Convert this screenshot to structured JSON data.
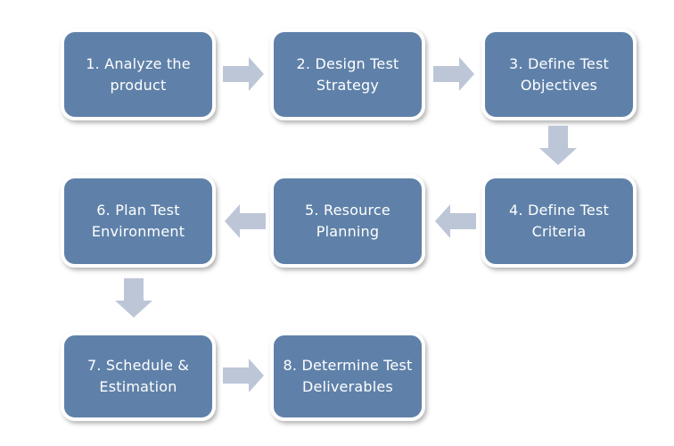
{
  "colors": {
    "box_fill": "#5f81a9",
    "box_border": "#ffffff",
    "text": "#ffffff",
    "arrow": "#bdc6d7",
    "background": "#ffffff"
  },
  "diagram": {
    "type": "flowchart",
    "steps": [
      {
        "id": 1,
        "label": "1. Analyze the product"
      },
      {
        "id": 2,
        "label": "2. Design Test Strategy"
      },
      {
        "id": 3,
        "label": "3. Define Test Objectives"
      },
      {
        "id": 4,
        "label": "4. Define Test Criteria"
      },
      {
        "id": 5,
        "label": "5. Resource Planning"
      },
      {
        "id": 6,
        "label": "6. Plan Test Environment"
      },
      {
        "id": 7,
        "label": "7. Schedule & Estimation"
      },
      {
        "id": 8,
        "label": "8. Determine Test Deliverables"
      }
    ],
    "connections": [
      {
        "from": 1,
        "to": 2,
        "direction": "right"
      },
      {
        "from": 2,
        "to": 3,
        "direction": "right"
      },
      {
        "from": 3,
        "to": 4,
        "direction": "down"
      },
      {
        "from": 4,
        "to": 5,
        "direction": "left"
      },
      {
        "from": 5,
        "to": 6,
        "direction": "left"
      },
      {
        "from": 6,
        "to": 7,
        "direction": "down"
      },
      {
        "from": 7,
        "to": 8,
        "direction": "right"
      }
    ]
  }
}
